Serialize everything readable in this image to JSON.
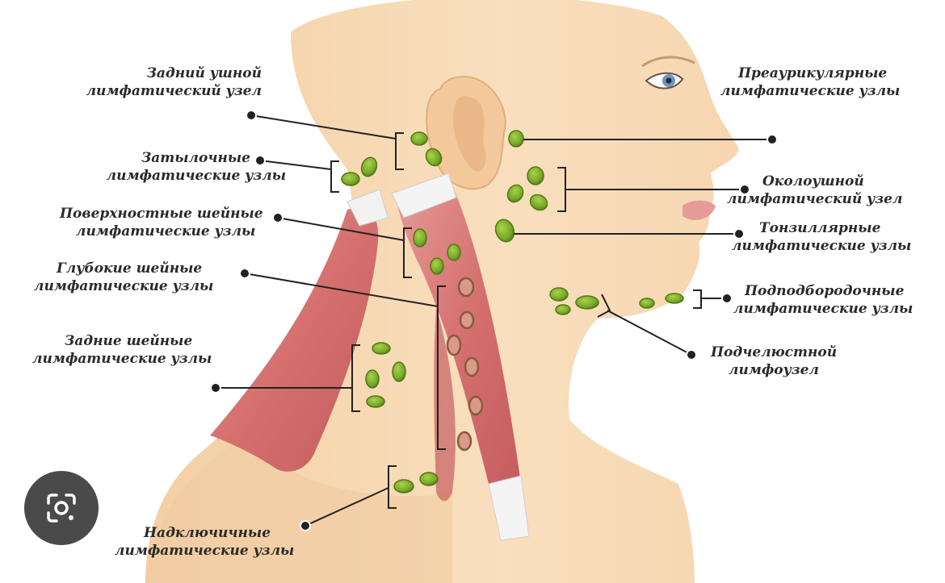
{
  "labels": {
    "posterior_auricular": [
      "Задний ушной",
      "лимфатический узел"
    ],
    "occipital": [
      "Затылочные",
      "лимфатические узлы"
    ],
    "superficial_cervical": [
      "Поверхностные шейные",
      "лимфатические узлы"
    ],
    "deep_cervical": [
      "Глубокие шейные",
      "лимфатические узлы"
    ],
    "posterior_cervical": [
      "Задние шейные",
      "лимфатические узлы"
    ],
    "supraclavicular": [
      "Надключичные",
      "лимфатические узлы"
    ],
    "preauricular": [
      "Преаурикулярные",
      "лимфатические узлы"
    ],
    "parotid": [
      "Околоушной",
      "лимфатический узел"
    ],
    "tonsillar": [
      "Тонзиллярные",
      "лимфатические узлы"
    ],
    "submental": [
      "Подподбородочные",
      "лимфатические узлы"
    ],
    "submandibular": [
      "Подчелюстной",
      "лимфоузел"
    ]
  },
  "colors": {
    "skin": "#f7d9b4",
    "skin_shadow": "#f0c89c",
    "muscle": "#d9787a",
    "node_green": "#7fae2c",
    "node_dark": "#4f7a12",
    "line": "#222222"
  },
  "icons": {
    "lens": "google-lens-icon"
  }
}
